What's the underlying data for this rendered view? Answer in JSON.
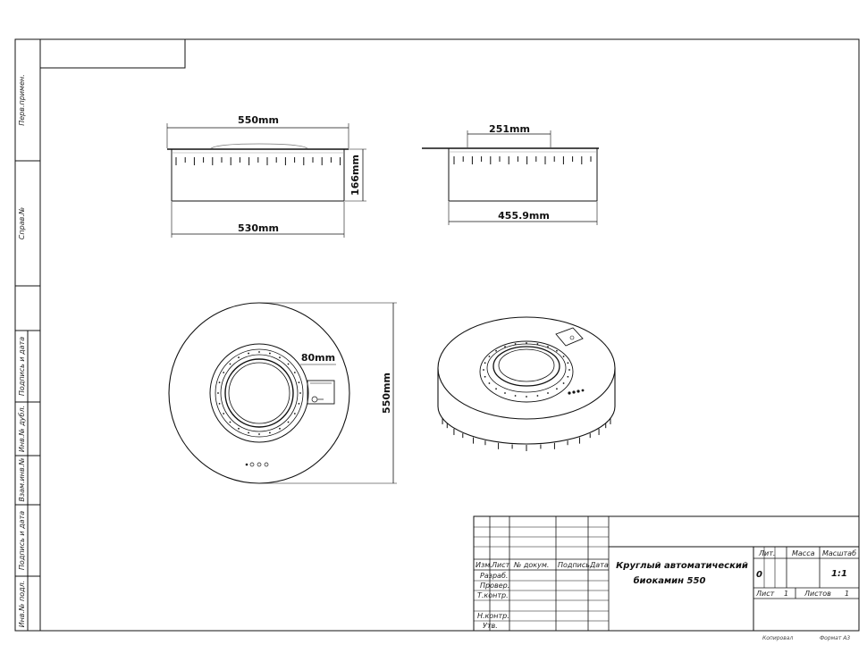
{
  "dimensions": {
    "front_top_width": "550mm",
    "front_bottom_width": "530mm",
    "front_height": "166mm",
    "side_top_width": "251mm",
    "side_bottom_width": "455.9mm",
    "plan_burner": "80mm",
    "plan_diameter": "550mm"
  },
  "side_stamps": [
    "Перв.примен.",
    "Справ.№",
    "Подпись и дата",
    "Инв.№ дубл.",
    "Взам.инв.№",
    "Подпись и дата",
    "Инв.№ подл."
  ],
  "title_block": {
    "title_line1": "Круглый автоматический",
    "title_line2": "биокамин 550",
    "header": [
      "Изм.",
      "Лист",
      "№ докум.",
      "Подпись",
      "Дата"
    ],
    "roles": [
      "Разраб.",
      "Провер.",
      "Т.контр.",
      "Н.контр.",
      "Утв."
    ],
    "lit_label": "Лит.",
    "mass_label": "Масса",
    "scale_label": "Масштаб",
    "lit_value": "0",
    "scale_value": "1:1",
    "sheet_label": "Лист",
    "sheet_value": "1",
    "sheets_label": "Листов",
    "sheets_value": "1"
  },
  "footer": {
    "copied": "Копировал",
    "format": "Формат А3"
  }
}
